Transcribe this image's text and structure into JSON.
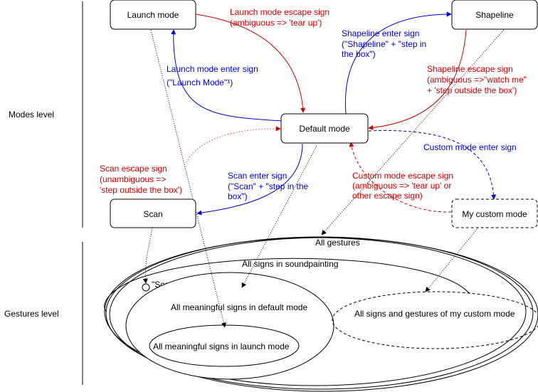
{
  "colors": {
    "enter": "#0000dd",
    "escape": "#cc0000",
    "line": "#000000",
    "background": "#ffffff"
  },
  "levels": {
    "modes": "Modes level",
    "gestures": "Gestures level"
  },
  "nodes": {
    "launch_mode": "Launch mode",
    "shapeline": "Shapeline",
    "default_mode": "Default mode",
    "scan": "Scan",
    "my_custom_mode": "My custom mode"
  },
  "edges": {
    "launch_escape": [
      "Launch mode escape sign",
      "(ambiguous => 'tear up')"
    ],
    "launch_enter": [
      "Launch mode enter sign",
      "(\"Launch Mode\"¹)"
    ],
    "shapeline_enter": [
      "Shapeline enter sign",
      "(\"Shapeline\" + \"step in",
      "the box\")"
    ],
    "shapeline_escape": [
      "Shapeline escape sign",
      "(ambiguous =>\"watch me\"",
      "+ 'step outside the box')"
    ],
    "custom_enter": [
      "Custom mode enter sign"
    ],
    "custom_escape": [
      "Custom mode escape sign",
      "(ambiguous => 'tear up' or",
      "other escape sign)"
    ],
    "scan_escape": [
      "Scan escape sign",
      "(unambiguous =>",
      "'step outside the box')"
    ],
    "scan_enter": [
      "Scan enter sign",
      "(\"Scan\" + \"step in the",
      "box\")"
    ]
  },
  "sets": {
    "all_gestures": "All gestures",
    "all_soundpainting": "All signs in soundpainting",
    "scan_sign": "\"Scan\"",
    "default_meaningful": "All meaningful signs in default mode",
    "custom_signs": "All signs and gestures of my custom mode",
    "launch_meaningful": "All meaningful signs in launch mode"
  }
}
